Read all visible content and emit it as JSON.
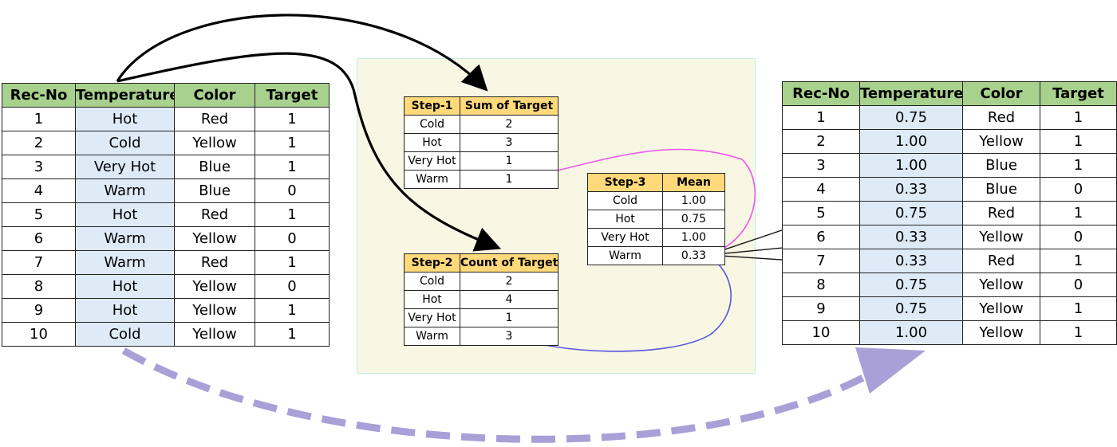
{
  "left_table": {
    "headers": [
      "Rec-No",
      "Temperature",
      "Color",
      "Target"
    ],
    "rows": [
      [
        "1",
        "Hot",
        "Red",
        "1"
      ],
      [
        "2",
        "Cold",
        "Yellow",
        "1"
      ],
      [
        "3",
        "Very Hot",
        "Blue",
        "1"
      ],
      [
        "4",
        "Warm",
        "Blue",
        "0"
      ],
      [
        "5",
        "Hot",
        "Red",
        "1"
      ],
      [
        "6",
        "Warm",
        "Yellow",
        "0"
      ],
      [
        "7",
        "Warm",
        "Red",
        "1"
      ],
      [
        "8",
        "Hot",
        "Yellow",
        "0"
      ],
      [
        "9",
        "Hot",
        "Yellow",
        "1"
      ],
      [
        "10",
        "Cold",
        "Yellow",
        "1"
      ]
    ]
  },
  "step1": {
    "headers": [
      "Step-1",
      "Sum of Target"
    ],
    "rows": [
      [
        "Cold",
        "2"
      ],
      [
        "Hot",
        "3"
      ],
      [
        "Very Hot",
        "1"
      ],
      [
        "Warm",
        "1"
      ]
    ]
  },
  "step2": {
    "headers": [
      "Step-2",
      "Count of Target"
    ],
    "rows": [
      [
        "Cold",
        "2"
      ],
      [
        "Hot",
        "4"
      ],
      [
        "Very Hot",
        "1"
      ],
      [
        "Warm",
        "3"
      ]
    ]
  },
  "step3": {
    "headers": [
      "Step-3",
      "Mean"
    ],
    "rows": [
      [
        "Cold",
        "1.00"
      ],
      [
        "Hot",
        "0.75"
      ],
      [
        "Very Hot",
        "1.00"
      ],
      [
        "Warm",
        "0.33"
      ]
    ]
  },
  "right_table": {
    "headers": [
      "Rec-No",
      "Temperature",
      "Color",
      "Target"
    ],
    "rows": [
      [
        "1",
        "0.75",
        "Red",
        "1"
      ],
      [
        "2",
        "1.00",
        "Yellow",
        "1"
      ],
      [
        "3",
        "1.00",
        "Blue",
        "1"
      ],
      [
        "4",
        "0.33",
        "Blue",
        "0"
      ],
      [
        "5",
        "0.75",
        "Red",
        "1"
      ],
      [
        "6",
        "0.33",
        "Yellow",
        "0"
      ],
      [
        "7",
        "0.33",
        "Red",
        "1"
      ],
      [
        "8",
        "0.75",
        "Yellow",
        "0"
      ],
      [
        "9",
        "0.75",
        "Yellow",
        "1"
      ],
      [
        "10",
        "1.00",
        "Yellow",
        "1"
      ]
    ]
  },
  "colors": {
    "header_green": "#a9d18e",
    "temperature_column": "#deebf7",
    "step_header": "#ffd97a",
    "panel_background": "#f8f7e4",
    "sum_connector": "#ee55ee",
    "count_connector": "#5555dd",
    "big_arrow": "#a9a0d8"
  }
}
